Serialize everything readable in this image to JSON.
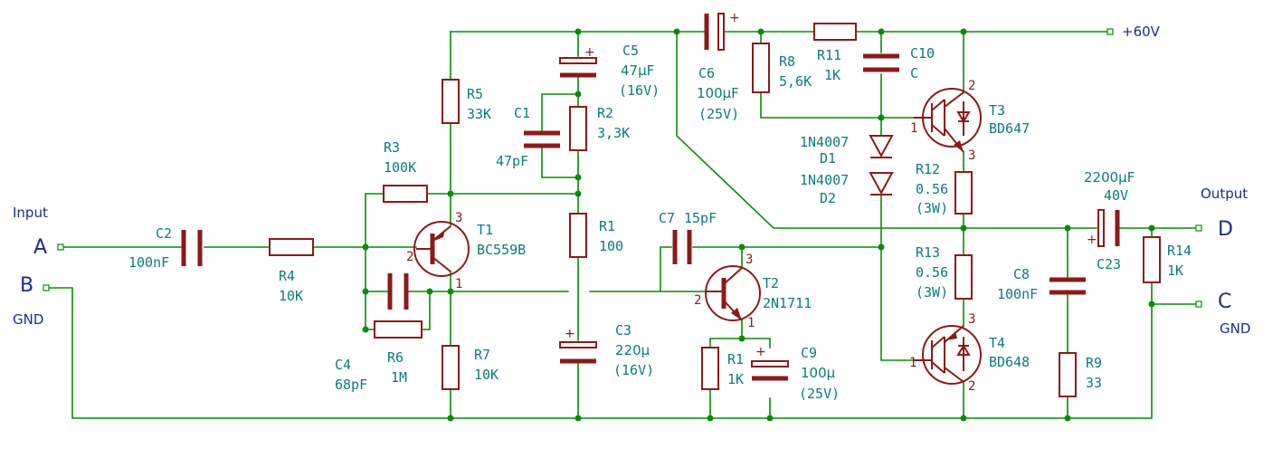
{
  "nets": {
    "supply": "+60V",
    "input": "Input",
    "output": "Output",
    "gnd_left": "GND",
    "gnd_right": "GND"
  },
  "terminals": {
    "A": "A",
    "B": "B",
    "C": "C",
    "D": "D"
  },
  "components": {
    "C1": {
      "ref": "C1",
      "value": "47pF"
    },
    "C2": {
      "ref": "C2",
      "value": "100nF"
    },
    "C3": {
      "ref": "C3",
      "value": "220μ",
      "rating": "(16V)"
    },
    "C4": {
      "ref": "C4",
      "value": "68pF"
    },
    "C5": {
      "ref": "C5",
      "value": "47μF",
      "rating": "(16V)"
    },
    "C6": {
      "ref": "C6",
      "value": "100μF",
      "rating": "(25V)"
    },
    "C7": {
      "ref": "C7",
      "value": "15pF"
    },
    "C8": {
      "ref": "C8",
      "value": "100nF"
    },
    "C9": {
      "ref": "C9",
      "value": "100μ",
      "rating": "(25V)"
    },
    "C10": {
      "ref": "C10",
      "value": "C"
    },
    "C23": {
      "ref": "C23",
      "value": "2200μF",
      "rating": "40V"
    },
    "R1": {
      "ref": "R1",
      "value": "100"
    },
    "R1b": {
      "ref": "R1",
      "value": "1K"
    },
    "R2": {
      "ref": "R2",
      "value": "3,3K"
    },
    "R3": {
      "ref": "R3",
      "value": "100K"
    },
    "R4": {
      "ref": "R4",
      "value": "10K"
    },
    "R5": {
      "ref": "R5",
      "value": "33K"
    },
    "R6": {
      "ref": "R6",
      "value": "1M"
    },
    "R7": {
      "ref": "R7",
      "value": "10K"
    },
    "R8": {
      "ref": "R8",
      "value": "5,6K"
    },
    "R9": {
      "ref": "R9",
      "value": "33"
    },
    "R11": {
      "ref": "R11",
      "value": "1K"
    },
    "R12": {
      "ref": "R12",
      "value": "0.56",
      "rating": "(3W)"
    },
    "R13": {
      "ref": "R13",
      "value": "0.56",
      "rating": "(3W)"
    },
    "R14": {
      "ref": "R14",
      "value": "1K"
    },
    "D1": {
      "ref": "D1",
      "value": "1N4007"
    },
    "D2": {
      "ref": "D2",
      "value": "1N4007"
    },
    "T1": {
      "ref": "T1",
      "value": "BC559B"
    },
    "T2": {
      "ref": "T2",
      "value": "2N1711"
    },
    "T3": {
      "ref": "T3",
      "value": "BD647"
    },
    "T4": {
      "ref": "T4",
      "value": "BD648"
    }
  },
  "pins": {
    "one": "1",
    "two": "2",
    "three": "3"
  },
  "polarity": {
    "plus": "+"
  },
  "colors": {
    "wire": "#0a8a0a",
    "component": "#8b1a1a",
    "label": "#0d7a7a",
    "net": "#1d2c8a"
  }
}
